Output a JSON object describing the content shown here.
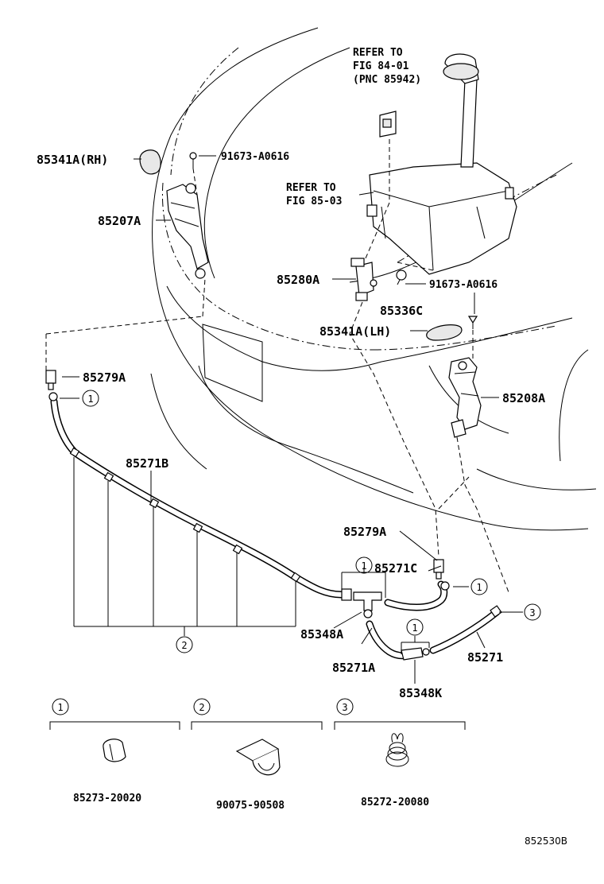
{
  "labels": {
    "p85341a_rh": "85341A(RH)",
    "p91673_top": "91673-A0616",
    "refer_84": "REFER TO",
    "fig_84": "FIG 84-01",
    "pnc_85942": "(PNC 85942)",
    "refer_85": "REFER TO",
    "fig_85": "FIG 85-03",
    "p85207a": "85207A",
    "p85280a": "85280A",
    "p91673_mid": "91673-A0616",
    "p85336c": "85336C",
    "p85341a_lh": "85341A(LH)",
    "p85279a_left": "85279A",
    "p85208a": "85208A",
    "p85271b": "85271B",
    "p85279a_right": "85279A",
    "p85271c": "85271C",
    "p85348a": "85348A",
    "p85271a": "85271A",
    "p85348k": "85348K",
    "p85271": "85271"
  },
  "callouts": {
    "c1": "1",
    "c2": "2",
    "c3": "3"
  },
  "legend": {
    "item1_num": "1",
    "item1_part": "85273-20020",
    "item2_num": "2",
    "item2_part": "90075-90508",
    "item3_num": "3",
    "item3_part": "85272-20080"
  },
  "footer": {
    "diagram_id": "852530B"
  }
}
